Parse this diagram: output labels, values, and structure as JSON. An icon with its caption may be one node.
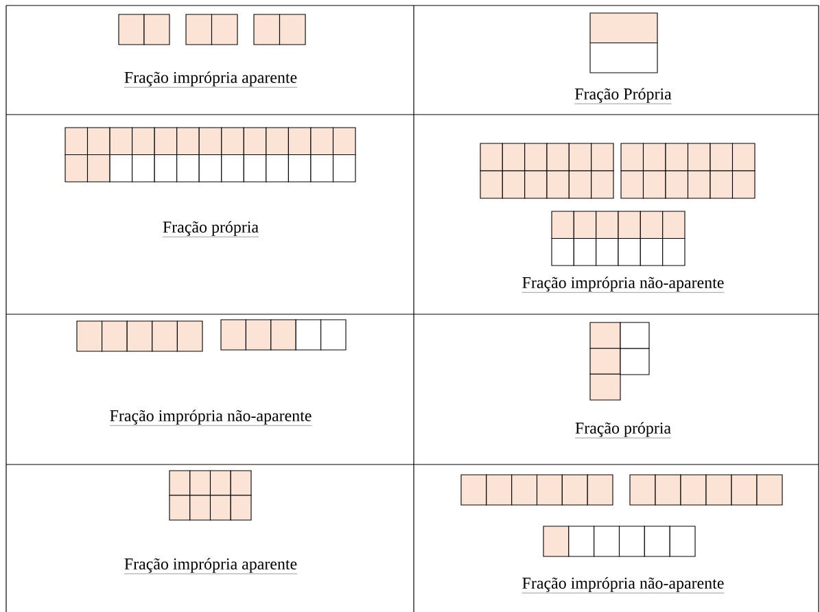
{
  "diagram": {
    "labels": [
      "Fração imprópria aparente",
      "Fração Própria",
      "Fração própria",
      "Fração imprópria não-aparente",
      "Fração imprópria não-aparente",
      "Fração própria",
      "Fração imprópria aparente",
      "Fração imprópria não-aparente"
    ]
  }
}
